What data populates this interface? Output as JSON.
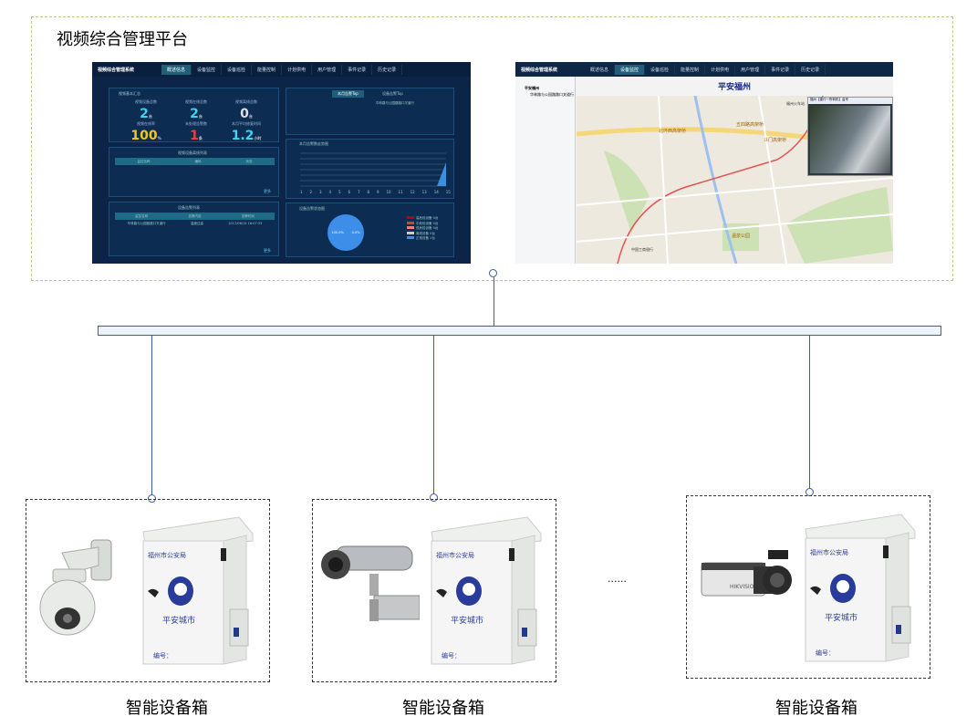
{
  "platform": {
    "title": "视频综合管理平台"
  },
  "dashboard": {
    "app_name": "视频综合管理系统",
    "nav": [
      "概述信息",
      "设备监控",
      "设备巡检",
      "能量控制",
      "计划供电",
      "用户管理",
      "事件记录",
      "历史记录"
    ],
    "active_tab": "概述信息",
    "summary_title": "视频基本汇总",
    "stats": [
      {
        "label": "视频设备总数",
        "value": "2",
        "unit": "台",
        "color": "#3ad6f0"
      },
      {
        "label": "视频在线总数",
        "value": "2",
        "unit": "台",
        "color": "#3ad6f0"
      },
      {
        "label": "视频离线总数",
        "value": "0",
        "unit": "台",
        "color": "#e0e0e0"
      },
      {
        "label": "视频在线率",
        "value": "100",
        "unit": "%",
        "color": "#f5c518"
      },
      {
        "label": "未处理告警数",
        "value": "1",
        "unit": "条",
        "color": "#e8404a"
      },
      {
        "label": "本月平均修复时间",
        "value": "1.2",
        "unit": "小时",
        "color": "#3ad6f0"
      }
    ],
    "tabs": [
      "本月告警Top",
      "设备告警Top"
    ],
    "alarm_row": "华林路与公园路路口叉道行",
    "chart_title": "本月告警数走势图",
    "x_ticks": [
      "1",
      "2",
      "3",
      "4",
      "5",
      "6",
      "7",
      "8",
      "9",
      "10",
      "11",
      "12",
      "13",
      "14",
      "15"
    ],
    "list1_title": "视频设备离线列表",
    "list1_headers": [
      "监控名称",
      "编码",
      "状态"
    ],
    "list2_title": "设备告警列表",
    "list2_headers": [
      "监控名称",
      "告警内容",
      "告警时间"
    ],
    "list2_row": [
      "华林路与公园路路口叉道行",
      "温度过高",
      "2017/06/15 16:07:33"
    ],
    "more": "更多",
    "pie_title": "设备告警状态图",
    "pie_labels": [
      "100.0%",
      "0.0%"
    ],
    "legend": [
      "高危险设备 0台",
      "中危险设备 0台",
      "低危险设备 0台",
      "离线设备 0台",
      "正常设备 1台"
    ]
  },
  "map_app": {
    "app_name": "视频综合管理系统",
    "nav": [
      "概述信息",
      "设备监控",
      "设备巡检",
      "能量控制",
      "计划供电",
      "用户管理",
      "事件记录",
      "历史记录"
    ],
    "active_tab": "设备监控",
    "tree_root": "平安福州",
    "tree_child": "华林路与公园路路口叉道行",
    "map_title": "平安福州",
    "video_title": "福州【建行一所转机】监号",
    "places": [
      "北环西高架桥",
      "五四路高架桥",
      "斗门高架桥",
      "温泉公园",
      "福州火车站",
      "中国工商银行"
    ]
  },
  "devices": [
    {
      "label": "智能设备箱",
      "camera": "dome",
      "cabinet_org": "福州市公安局",
      "cabinet_text": "平安城市",
      "cabinet_no": "编号："
    },
    {
      "label": "智能设备箱",
      "camera": "bullet",
      "cabinet_org": "福州市公安局",
      "cabinet_text": "平安城市",
      "cabinet_no": "编号："
    },
    {
      "label": "智能设备箱",
      "camera": "bullet-hikvision",
      "brand": "HIKVISION",
      "cabinet_org": "福州市公安局",
      "cabinet_text": "平安城市",
      "cabinet_no": "编号："
    }
  ],
  "ellipsis": "......",
  "colors": {
    "connector": "#3a5ba8",
    "platform_border": "#b5c98a",
    "dash_bg": "#0b2447"
  }
}
